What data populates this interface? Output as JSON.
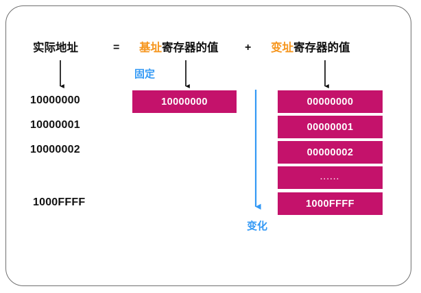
{
  "diagram": {
    "title_formula": {
      "lhs": "实际地址",
      "equals": "=",
      "base_term_highlight": "基址",
      "base_term_rest": "寄存器的值",
      "plus": "+",
      "index_term_highlight": "变址",
      "index_term_rest": "寄存器的值"
    },
    "annotations": {
      "fixed": "固定",
      "changing": "变化"
    },
    "effective_addresses": [
      "10000000",
      "10000001",
      "10000002",
      "1000FFFF"
    ],
    "base_register": {
      "value": "10000000"
    },
    "index_register": {
      "values": [
        "00000000",
        "00000001",
        "00000002",
        "......",
        "1000FFFF"
      ]
    },
    "colors": {
      "box_magenta": "#C4126B",
      "accent_orange": "#F6961E",
      "accent_blue": "#3399F5",
      "text_black": "#111111",
      "frame_gray": "#6E6E6E"
    }
  }
}
